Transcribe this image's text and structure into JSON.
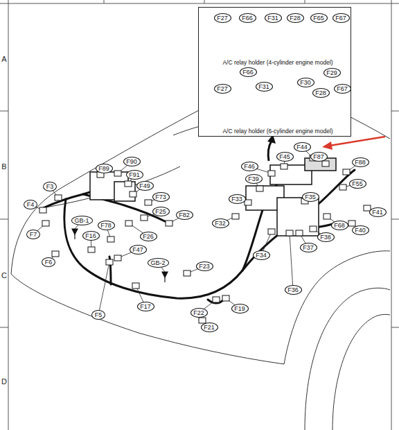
{
  "diagram": {
    "nodes": [
      {
        "text": [
          "A/C relay holder (4-cylinder engine model)",
          "A/C relay holder (6-cylinder engine model)"
        ]
      },
      {
        "text": [
          "F27"
        ],
        "in": 0
      },
      {
        "text": [
          "F66"
        ],
        "in": 0
      },
      {
        "text": [
          "F31"
        ],
        "in": 0
      },
      {
        "text": [
          "F28"
        ],
        "in": 0
      },
      {
        "text": [
          "F65"
        ],
        "in": 0
      },
      {
        "text": [
          "F67"
        ],
        "in": 0
      },
      {
        "text": [
          "F66"
        ],
        "in": 0
      },
      {
        "text": [
          "F29"
        ],
        "in": 0
      },
      {
        "text": [
          "F27"
        ],
        "in": 0
      },
      {
        "text": [
          "F31"
        ],
        "in": 0
      },
      {
        "text": [
          "F30"
        ],
        "in": 0
      },
      {
        "text": [
          "F28"
        ],
        "in": 0
      },
      {
        "text": [
          "F67"
        ],
        "in": 0
      },
      {
        "text": [
          "F44"
        ]
      },
      {
        "text": [
          "F45"
        ]
      },
      {
        "text": [
          "F87"
        ]
      },
      {
        "text": [
          "F88"
        ]
      },
      {
        "text": [
          "F46"
        ]
      },
      {
        "text": [
          "F90"
        ]
      },
      {
        "text": [
          "F89"
        ]
      },
      {
        "text": [
          "F91"
        ]
      },
      {
        "text": [
          "F39"
        ]
      },
      {
        "text": [
          "F55"
        ]
      },
      {
        "text": [
          "F3"
        ]
      },
      {
        "text": [
          "F49"
        ]
      },
      {
        "text": [
          "F73"
        ]
      },
      {
        "text": [
          "F33"
        ]
      },
      {
        "text": [
          "F35"
        ]
      },
      {
        "text": [
          "F4"
        ]
      },
      {
        "text": [
          "F41"
        ]
      },
      {
        "text": [
          "F25"
        ]
      },
      {
        "text": [
          "F82"
        ]
      },
      {
        "text": [
          "F32"
        ]
      },
      {
        "text": [
          "GB-1"
        ]
      },
      {
        "text": [
          "F78"
        ]
      },
      {
        "text": [
          "F68"
        ]
      },
      {
        "text": [
          "F40"
        ]
      },
      {
        "text": [
          "F7"
        ]
      },
      {
        "text": [
          "F16"
        ]
      },
      {
        "text": [
          "F26"
        ]
      },
      {
        "text": [
          "F38"
        ]
      },
      {
        "text": [
          "F37"
        ]
      },
      {
        "text": [
          "F47"
        ]
      },
      {
        "text": [
          "F34"
        ]
      },
      {
        "text": [
          "F6"
        ]
      },
      {
        "text": [
          "GB-2"
        ]
      },
      {
        "text": [
          "F23"
        ]
      },
      {
        "text": [
          "F36"
        ]
      },
      {
        "text": [
          "F17"
        ]
      },
      {
        "text": [
          "F19"
        ]
      },
      {
        "text": [
          "F22"
        ]
      },
      {
        "text": [
          "F5"
        ]
      },
      {
        "text": [
          "F21"
        ]
      }
    ],
    "labels": [
      "A",
      "B",
      "C",
      "D"
    ]
  }
}
